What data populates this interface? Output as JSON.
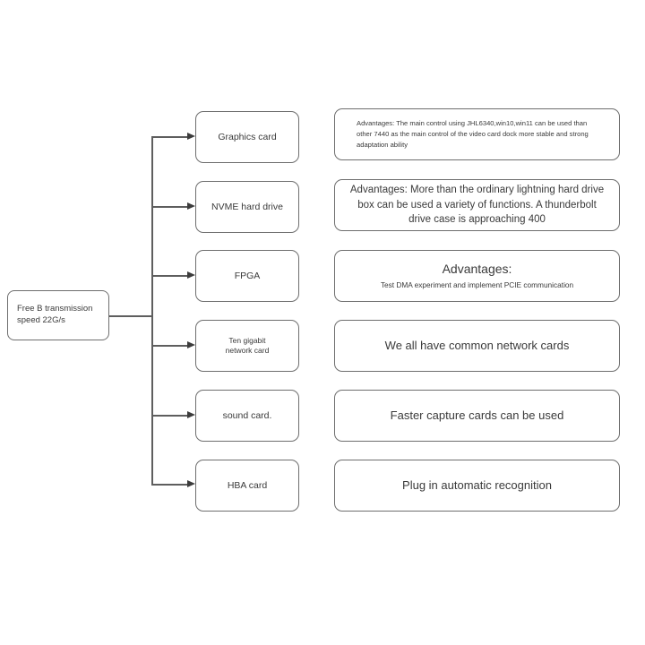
{
  "diagram": {
    "root": {
      "label": "Free B transmission speed 22G/s"
    },
    "rows": [
      {
        "device": "Graphics card",
        "device_lines": [
          "Graphics card"
        ],
        "note_kind": "paragraph",
        "note": "Advantages: The main control using JHL6340,win10,win11 can be used than other 7440 as the main control of the video card dock more stable and strong adaptation ability"
      },
      {
        "device": "NVME hard drive",
        "device_lines": [
          "NVME hard drive"
        ],
        "note_kind": "paragraph",
        "note": "Advantages: More than the ordinary lightning hard drive box can be used a variety of functions. A thunderbolt drive case is approaching 400"
      },
      {
        "device": "FPGA",
        "device_lines": [
          "FPGA"
        ],
        "note_kind": "titled",
        "note_title": "Advantages:",
        "note": "Test DMA experiment and implement PCIE communication"
      },
      {
        "device": "Ten gigabit network card",
        "device_lines": [
          "Ten gigabit",
          "network card"
        ],
        "note_kind": "single",
        "note": "We all have common network cards"
      },
      {
        "device": "sound card.",
        "device_lines": [
          "sound card."
        ],
        "note_kind": "single",
        "note": "Faster capture cards can be used"
      },
      {
        "device": "HBA card",
        "device_lines": [
          "HBA card"
        ],
        "note_kind": "single",
        "note": "Plug in automatic recognition"
      }
    ]
  }
}
